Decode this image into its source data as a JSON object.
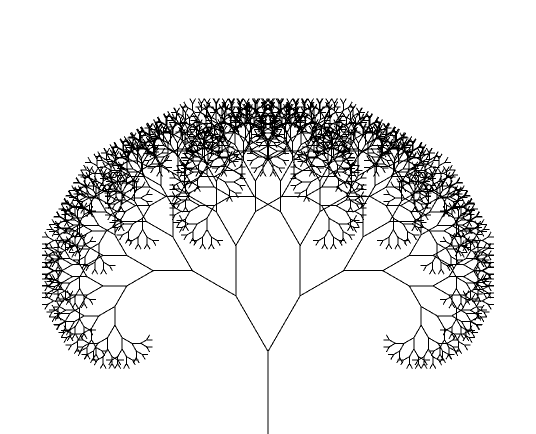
{
  "figure": {
    "subject": "fractal-tree",
    "colors": {
      "background": "#ffffff",
      "stroke": "#000000"
    },
    "depth": 11,
    "branch_angle_deg": 30,
    "length_ratio": 0.78,
    "trunk_direction": "up"
  }
}
